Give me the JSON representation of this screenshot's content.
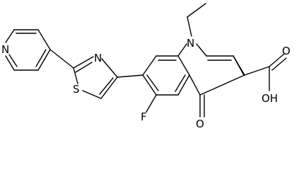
{
  "molecule": {
    "atom_labels": {
      "n_pyridine": "N",
      "n_thiazole": "N",
      "s_thiazole": "S",
      "n_quinoline": "N",
      "fluorine": "F",
      "o_ketone": "O",
      "o_carbonyl": "O",
      "o_hydroxyl": "OH"
    }
  }
}
